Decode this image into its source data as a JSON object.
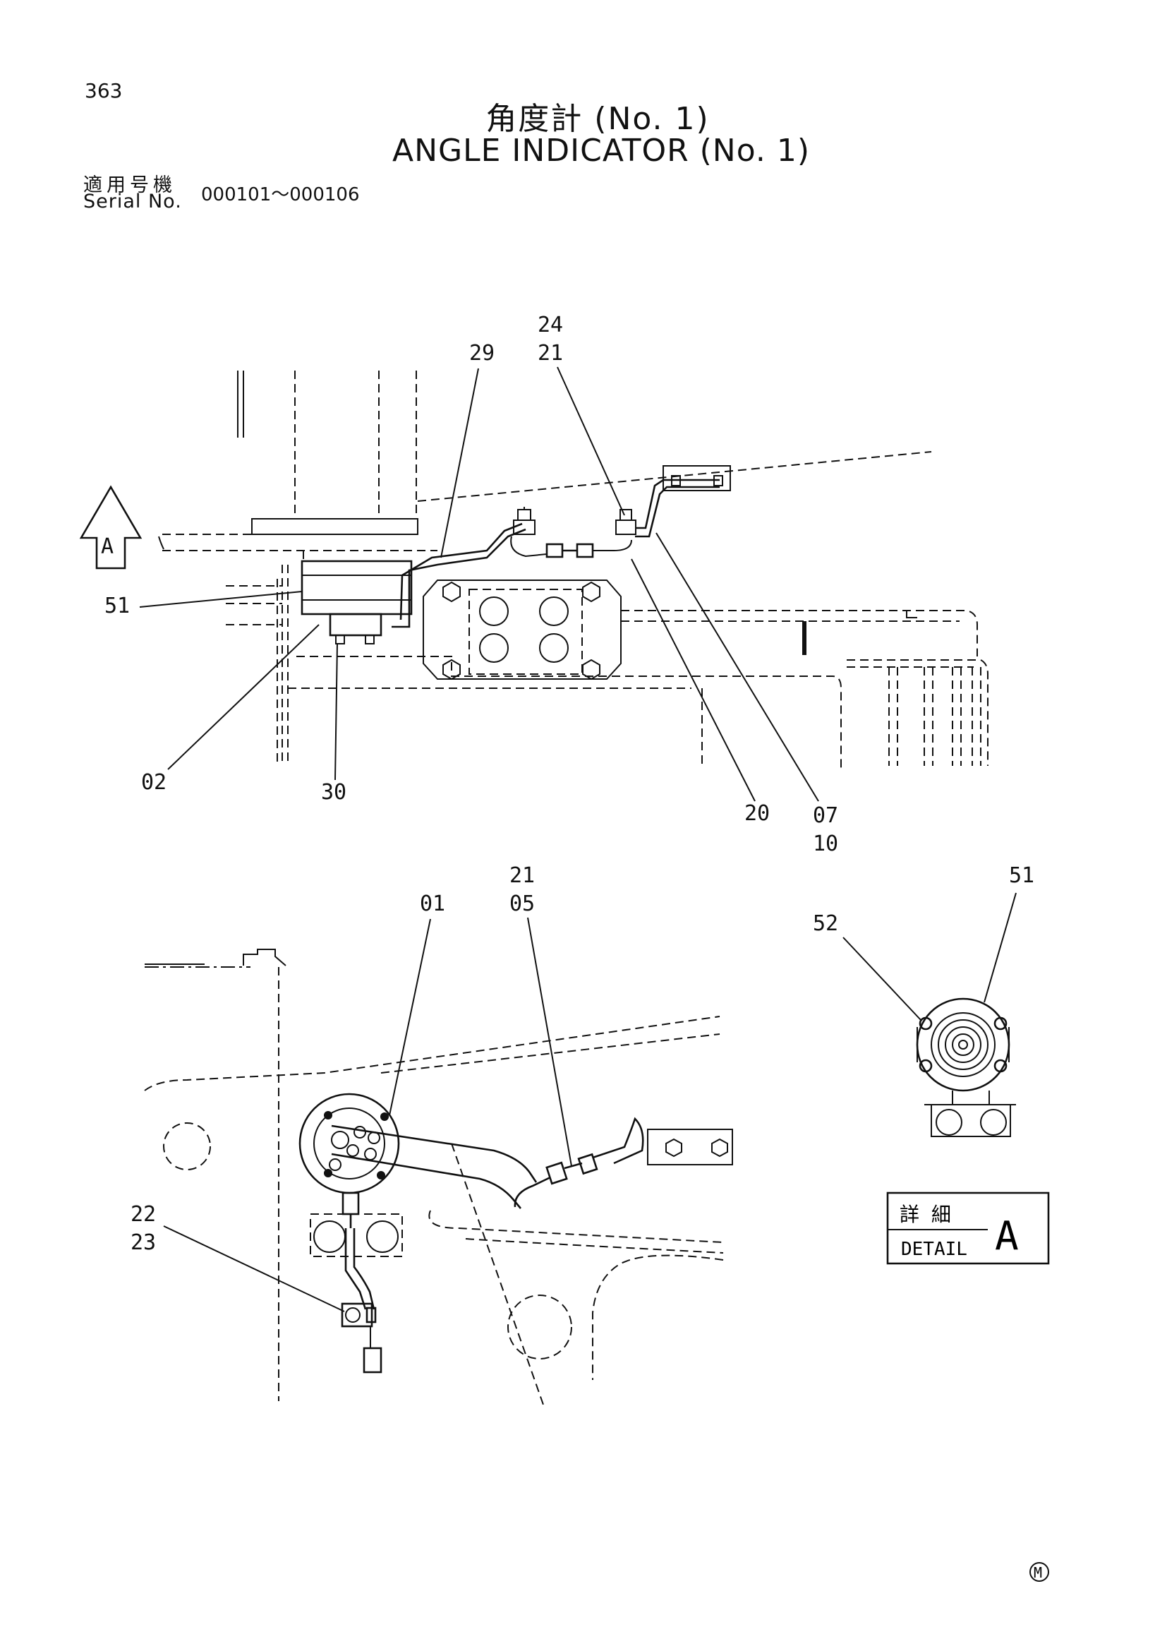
{
  "header": {
    "page_number": "363",
    "title_jp": "角度計 (No. 1)",
    "title_en": "ANGLE INDICATOR (No. 1)",
    "serial_label_jp": "適用号機",
    "serial_label_en": "Serial No.",
    "serial_range": "000101～000106"
  },
  "top_view": {
    "view_arrow_label": "A",
    "callouts": [
      "24",
      "21",
      "29",
      "51",
      "02",
      "30",
      "20",
      "07",
      "10"
    ]
  },
  "bottom_view": {
    "callouts": [
      "21",
      "05",
      "01",
      "22",
      "23"
    ]
  },
  "detail_view": {
    "callouts": [
      "51",
      "52"
    ],
    "box_label_jp": "詳 細",
    "box_label_en": "DETAIL",
    "box_letter": "A"
  },
  "footer": {
    "mark": "M"
  }
}
